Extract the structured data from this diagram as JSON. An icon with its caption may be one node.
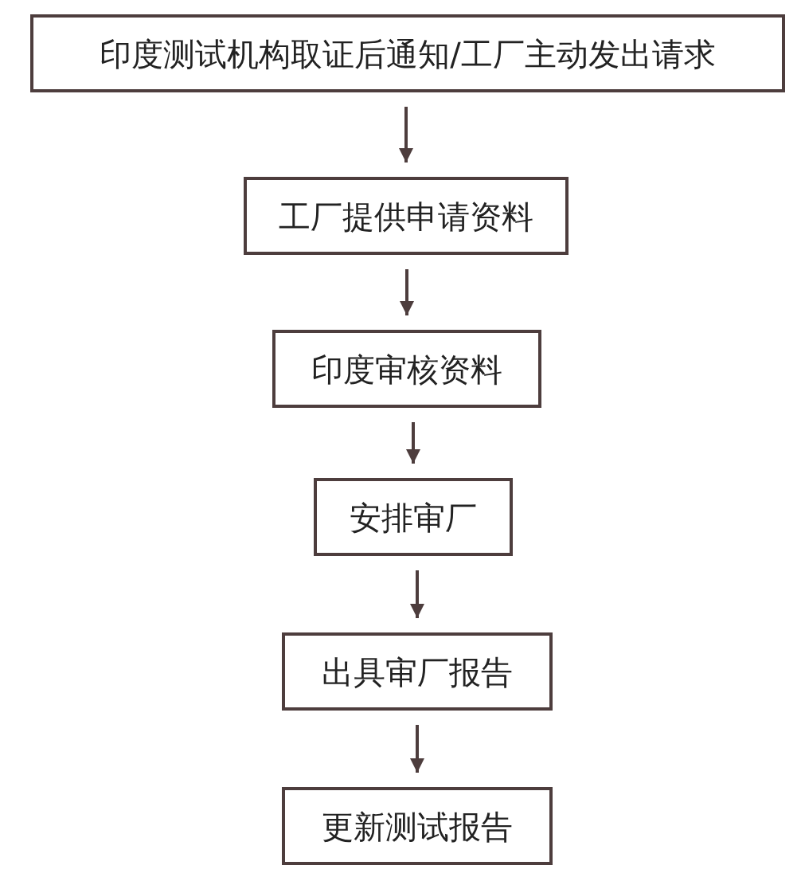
{
  "diagram": {
    "nodes": [
      {
        "text": [
          "印度测试机构取证后通知/工厂主动发出请求"
        ]
      },
      {
        "text": [
          "工厂提供申请资料"
        ]
      },
      {
        "text": [
          "印度审核资料"
        ]
      },
      {
        "text": [
          "安排审厂"
        ]
      },
      {
        "text": [
          "出具审厂报告"
        ]
      },
      {
        "text": [
          "更新测试报告"
        ]
      }
    ],
    "edges": [
      {
        "from": 0,
        "to": 1,
        "arrow": "to"
      },
      {
        "from": 1,
        "to": 2,
        "arrow": "to"
      },
      {
        "from": 2,
        "to": 3,
        "arrow": "to"
      },
      {
        "from": 3,
        "to": 4,
        "arrow": "to"
      },
      {
        "from": 4,
        "to": 5,
        "arrow": "to"
      }
    ]
  }
}
